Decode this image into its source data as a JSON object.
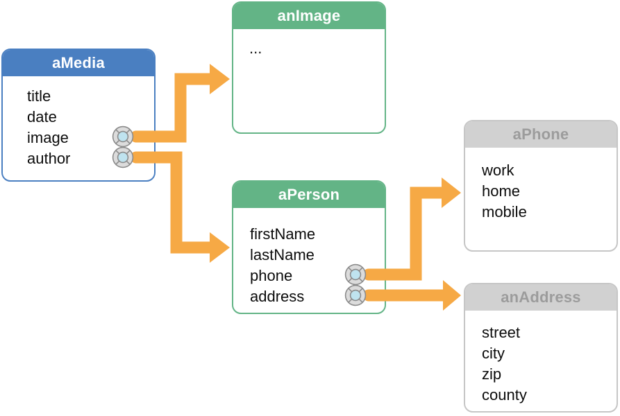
{
  "diagram": {
    "entities": [
      {
        "title": "aMedia",
        "style": "blue",
        "fields": [
          "title",
          "date",
          "image",
          "author"
        ],
        "connector_fields": [
          "image",
          "author"
        ]
      },
      {
        "title": "anImage",
        "style": "green",
        "fields": [
          "..."
        ],
        "connector_fields": []
      },
      {
        "title": "aPerson",
        "style": "green",
        "fields": [
          "firstName",
          "lastName",
          "phone",
          "address"
        ],
        "connector_fields": [
          "phone",
          "address"
        ]
      },
      {
        "title": "aPhone",
        "style": "gray",
        "fields": [
          "work",
          "home",
          "mobile"
        ],
        "connector_fields": []
      },
      {
        "title": "anAddress",
        "style": "gray",
        "fields": [
          "street",
          "city",
          "zip",
          "county"
        ],
        "connector_fields": []
      }
    ],
    "relationships": [
      {
        "from": "aMedia.image",
        "to": "anImage"
      },
      {
        "from": "aMedia.author",
        "to": "aPerson"
      },
      {
        "from": "aPerson.phone",
        "to": "aPhone"
      },
      {
        "from": "aPerson.address",
        "to": "anAddress"
      }
    ],
    "colors": {
      "blue_header": "#4a7fc1",
      "green_header": "#63b486",
      "gray_header": "#d1d1d1",
      "gray_header_text": "#9c9c9c",
      "arrow": "#f6a945",
      "connector_outer": "#dcdcdc",
      "connector_inner": "#bfe3ef",
      "connector_stroke": "#8b8b8b"
    }
  }
}
